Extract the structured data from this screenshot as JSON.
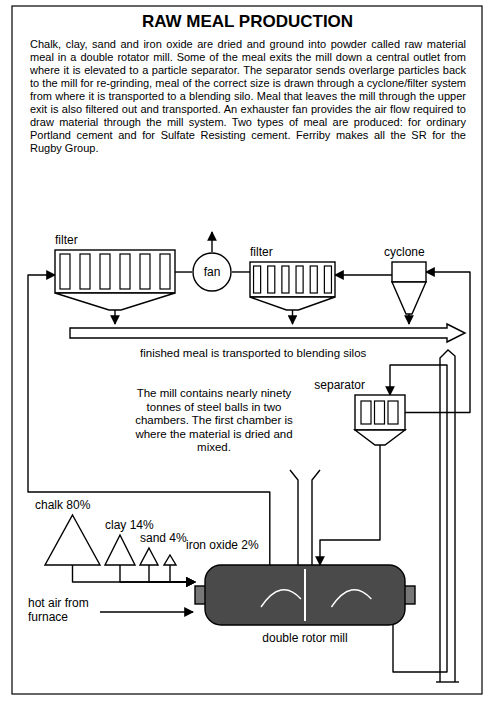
{
  "diagram": {
    "title": "RAW MEAL PRODUCTION",
    "caption": "Chalk, clay, sand and iron oxide are dried and ground into powder called raw material meal in a double rotator mill. Some of the meal exits the mill down a central outlet from where it is elevated to a particle separator. The separator sends overlarge particles back to the mill for re-grinding, meal of the correct size is drawn through a cyclone/filter system from where it is transported to a blending silo. Meal that leaves the mill through the upper exit is also filtered out and transported. An exhauster fan provides the air flow required to draw material through the mill system. Two types of meal are produced: for ordinary Portland cement and for Sulfate Resisting cement. Ferriby makes all the SR for the Rugby Group.",
    "nodes": [
      {
        "text": [
          "filter"
        ]
      },
      {
        "text": [
          "fan"
        ]
      },
      {
        "text": [
          "filter"
        ]
      },
      {
        "text": [
          "cyclone"
        ]
      },
      {
        "text": [
          "finished meal is transported to blending silos"
        ]
      },
      {
        "text": [
          "separator"
        ]
      },
      {
        "text": [
          "chalk 80%"
        ]
      },
      {
        "text": [
          "clay 14%"
        ]
      },
      {
        "text": [
          "sand 4%"
        ]
      },
      {
        "text": [
          "iron oxide 2%"
        ]
      },
      {
        "text": [
          "double rotor mill"
        ]
      }
    ],
    "edges": [
      {
        "from": 0,
        "to": 4,
        "arrow": "to"
      },
      {
        "from": 2,
        "to": 4,
        "arrow": "to"
      },
      {
        "from": 3,
        "to": 4,
        "arrow": "to"
      },
      {
        "from": 3,
        "to": 2,
        "arrow": "to"
      },
      {
        "from": 0,
        "to": 1,
        "arrow": "none"
      },
      {
        "from": 2,
        "to": 1,
        "arrow": "none"
      },
      {
        "from": 10,
        "to": 0,
        "arrow": "to"
      },
      {
        "from": 10,
        "to": 5,
        "arrow": "to"
      },
      {
        "from": 5,
        "to": 10,
        "arrow": "to"
      },
      {
        "from": 5,
        "to": 3,
        "arrow": "to"
      },
      {
        "from": 6,
        "to": 10,
        "arrow": "to"
      },
      {
        "from": 7,
        "to": 10,
        "arrow": "to"
      },
      {
        "from": 8,
        "to": 10,
        "arrow": "to"
      },
      {
        "from": 9,
        "to": 10,
        "arrow": "to"
      }
    ],
    "labels": [
      "The mill contains nearly ninety tonnes of steel balls in two chambers. The first chamber is where the material is dried and mixed.",
      "hot air from furnace"
    ]
  }
}
